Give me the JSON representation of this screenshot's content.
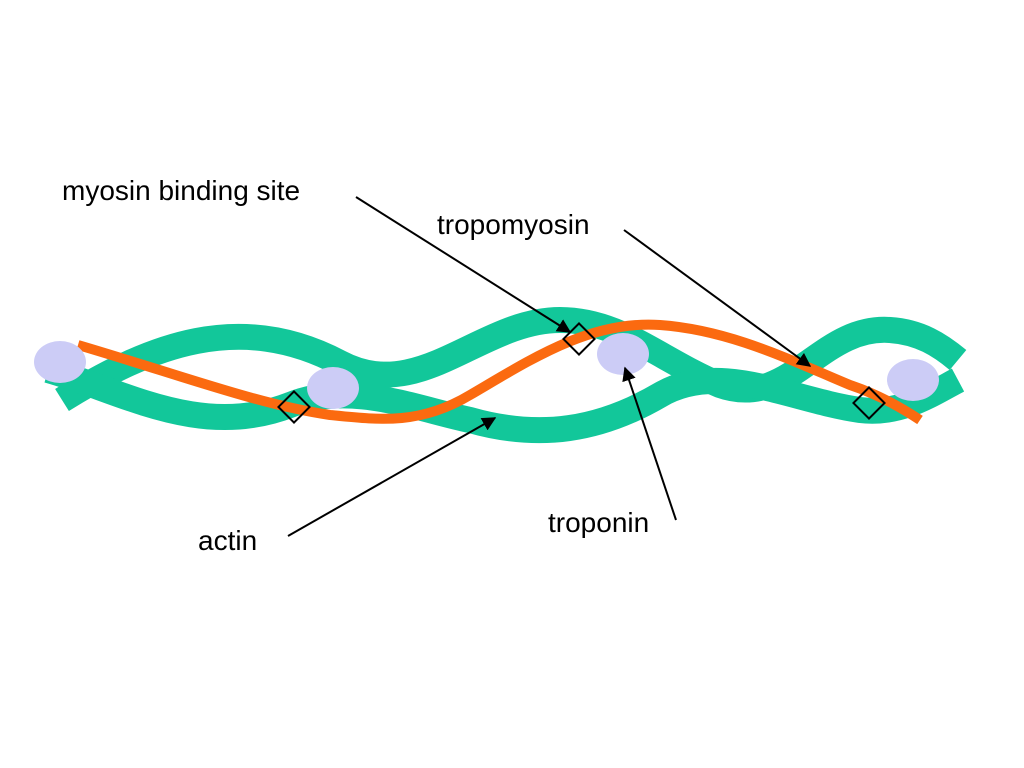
{
  "labels": {
    "myosin_binding_site": "myosin binding site",
    "tropomyosin": "tropomyosin",
    "actin": "actin",
    "troponin": "troponin"
  },
  "colors": {
    "actin": "#12c79a",
    "tropomyosin": "#fb6a10",
    "troponin": "#ccccf6",
    "binding_site_outline": "#000000",
    "leader_line": "#000000",
    "background": "#ffffff"
  }
}
